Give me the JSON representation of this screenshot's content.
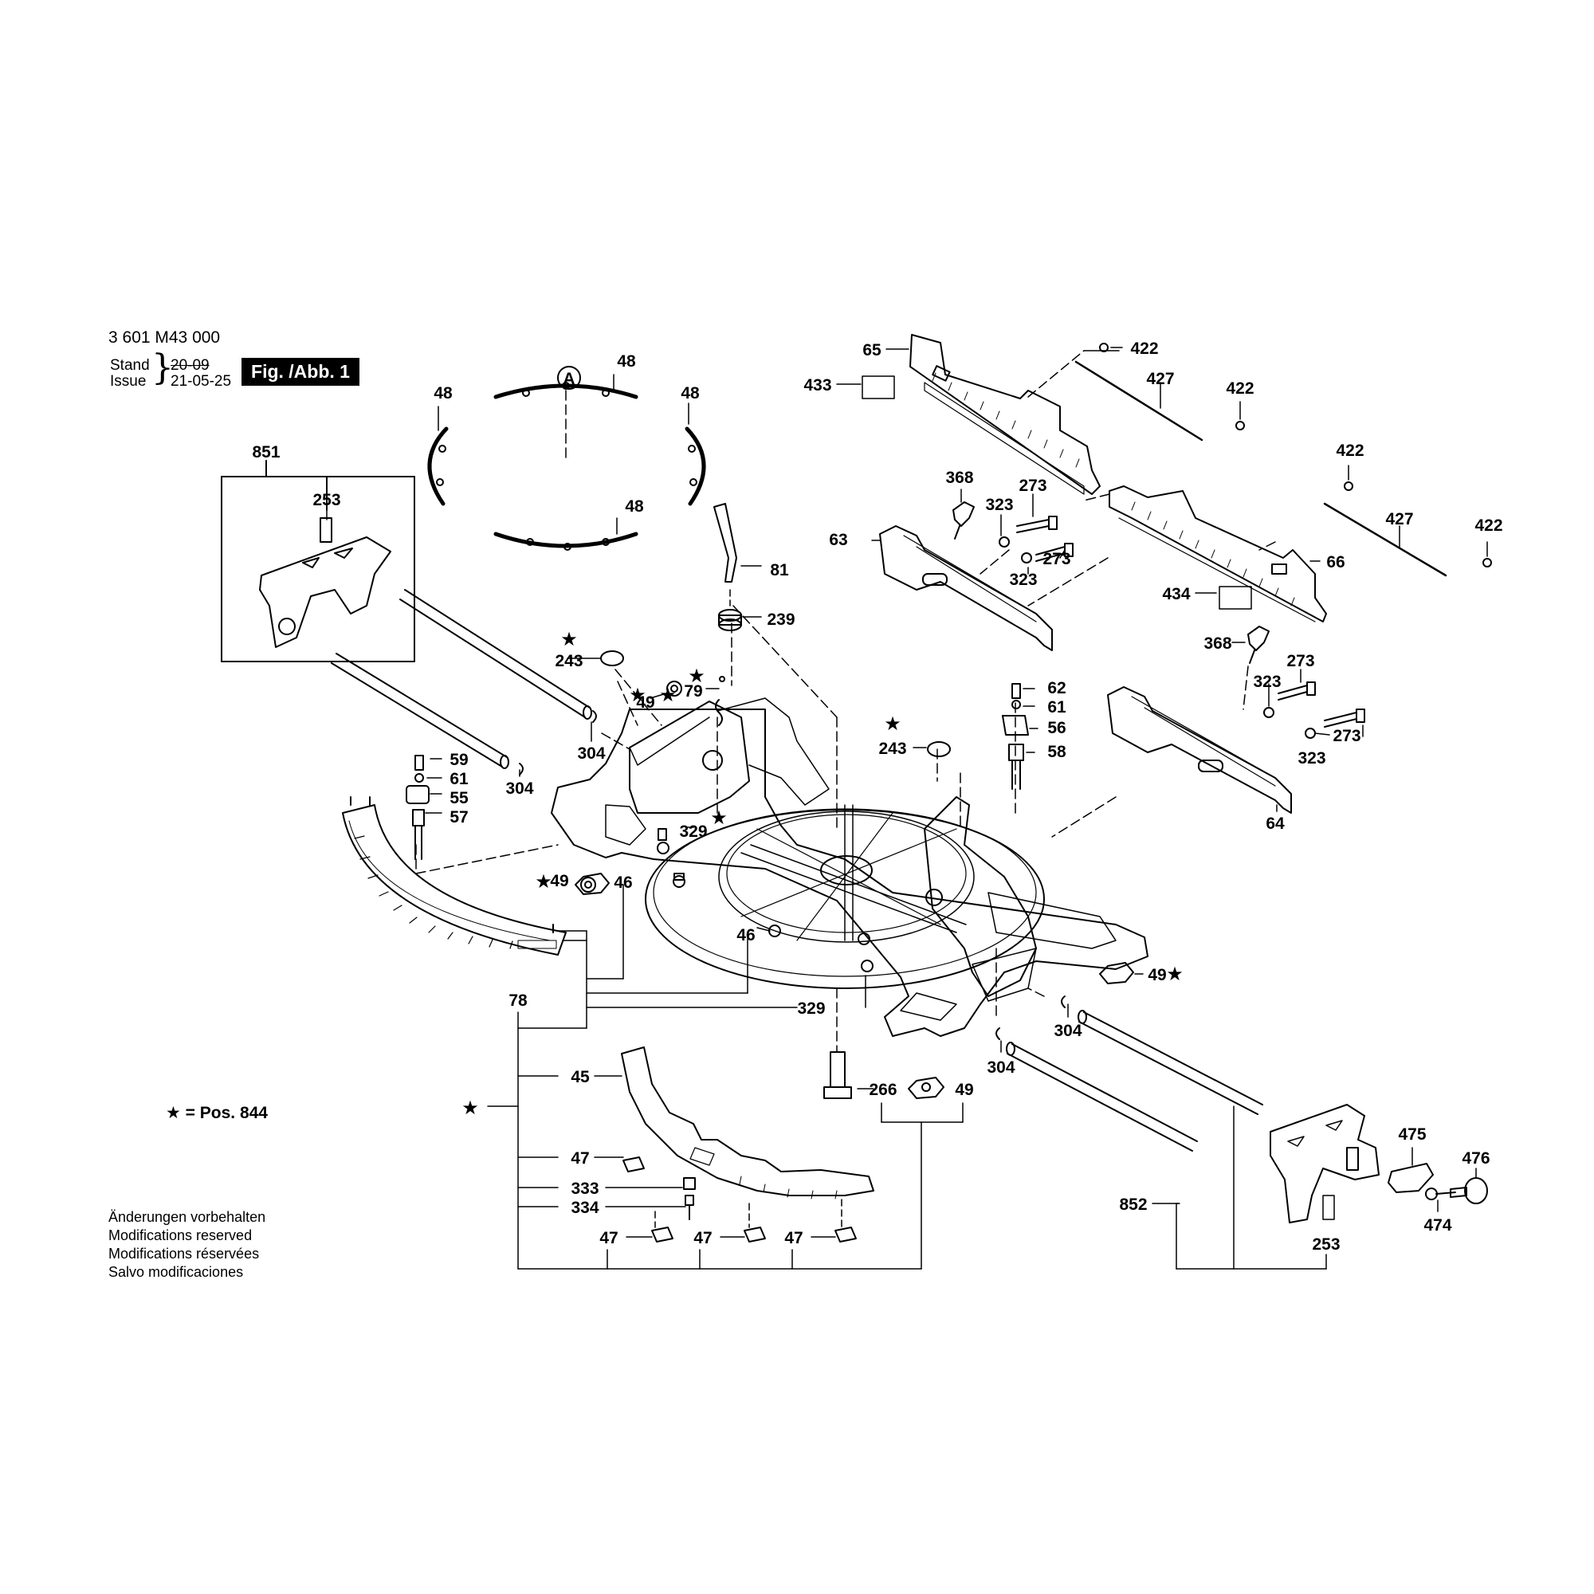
{
  "header": {
    "part_number": "3 601 M43 000",
    "stand_label": "Stand",
    "issue_label": "Issue",
    "stand_date": "20-09",
    "issue_date": "21-05-25",
    "figure_label": "Fig. /Abb. 1"
  },
  "legend": {
    "star": "★",
    "text": "= Pos. 844"
  },
  "notes": [
    "Änderungen vorbehalten",
    "Modifications reserved",
    "Modifications réservées",
    "Salvo modificaciones"
  ],
  "diagram": {
    "callout_A": "A",
    "labels": {
      "l48a": "48",
      "l48b": "48",
      "l48c": "48",
      "l48d": "48",
      "l851": "851",
      "l253a": "253",
      "l81": "81",
      "l239": "239",
      "l243a": "243",
      "l79": "79",
      "l49a": "49",
      "l304a": "304",
      "l304b": "304",
      "l59": "59",
      "l61a": "61",
      "l55": "55",
      "l57": "57",
      "l329a": "329",
      "l49b": "49",
      "l46a": "46",
      "l46b": "46",
      "l78": "78",
      "l329b": "329",
      "l243b": "243",
      "l62": "62",
      "l61b": "61",
      "l56": "56",
      "l58": "58",
      "l65": "65",
      "l433": "433",
      "l422a": "422",
      "l427a": "427",
      "l422b": "422",
      "l368a": "368",
      "l273a": "273",
      "l323a": "323",
      "l63": "63",
      "l273b": "273",
      "l323b": "323",
      "l422c": "422",
      "l427b": "427",
      "l422d": "422",
      "l66": "66",
      "l434": "434",
      "l368b": "368",
      "l273c": "273",
      "l323c": "323",
      "l273d": "273",
      "l323d": "323",
      "l64": "64",
      "l49c": "49",
      "l304c": "304",
      "l304d": "304",
      "l266": "266",
      "l49d": "49",
      "l45": "45",
      "l47a": "47",
      "l333": "333",
      "l334": "334",
      "l47b": "47",
      "l47c": "47",
      "l47d": "47",
      "l852": "852",
      "l475": "475",
      "l476": "476",
      "l474": "474",
      "l253b": "253"
    }
  }
}
